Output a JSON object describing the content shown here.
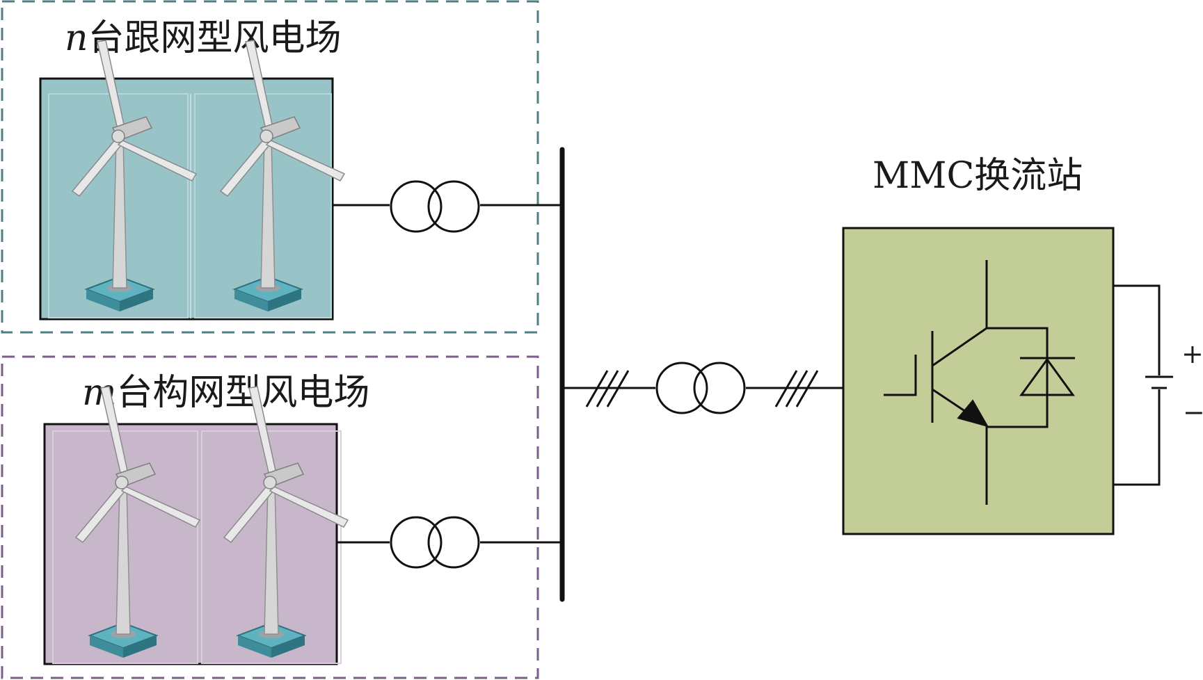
{
  "farm_gfl": {
    "var": "n",
    "title": "台跟网型风电场"
  },
  "farm_gfm": {
    "var": "m",
    "title": "台构网型风电场"
  },
  "mmc": {
    "title": "MMC换流站"
  },
  "dc": {
    "plus": "+",
    "minus": "−"
  },
  "colors": {
    "gfl_border": "#4f7f86",
    "gfl_fill": "#98c3c7",
    "gfm_border": "#7d5d8a",
    "gfm_fill": "#c8b6cb",
    "mmc_fill": "#c3cd97",
    "line": "#111111"
  },
  "icons": [
    "wind-turbine-icon",
    "transformer-icon",
    "igbt-icon",
    "diode-icon",
    "battery-icon"
  ]
}
